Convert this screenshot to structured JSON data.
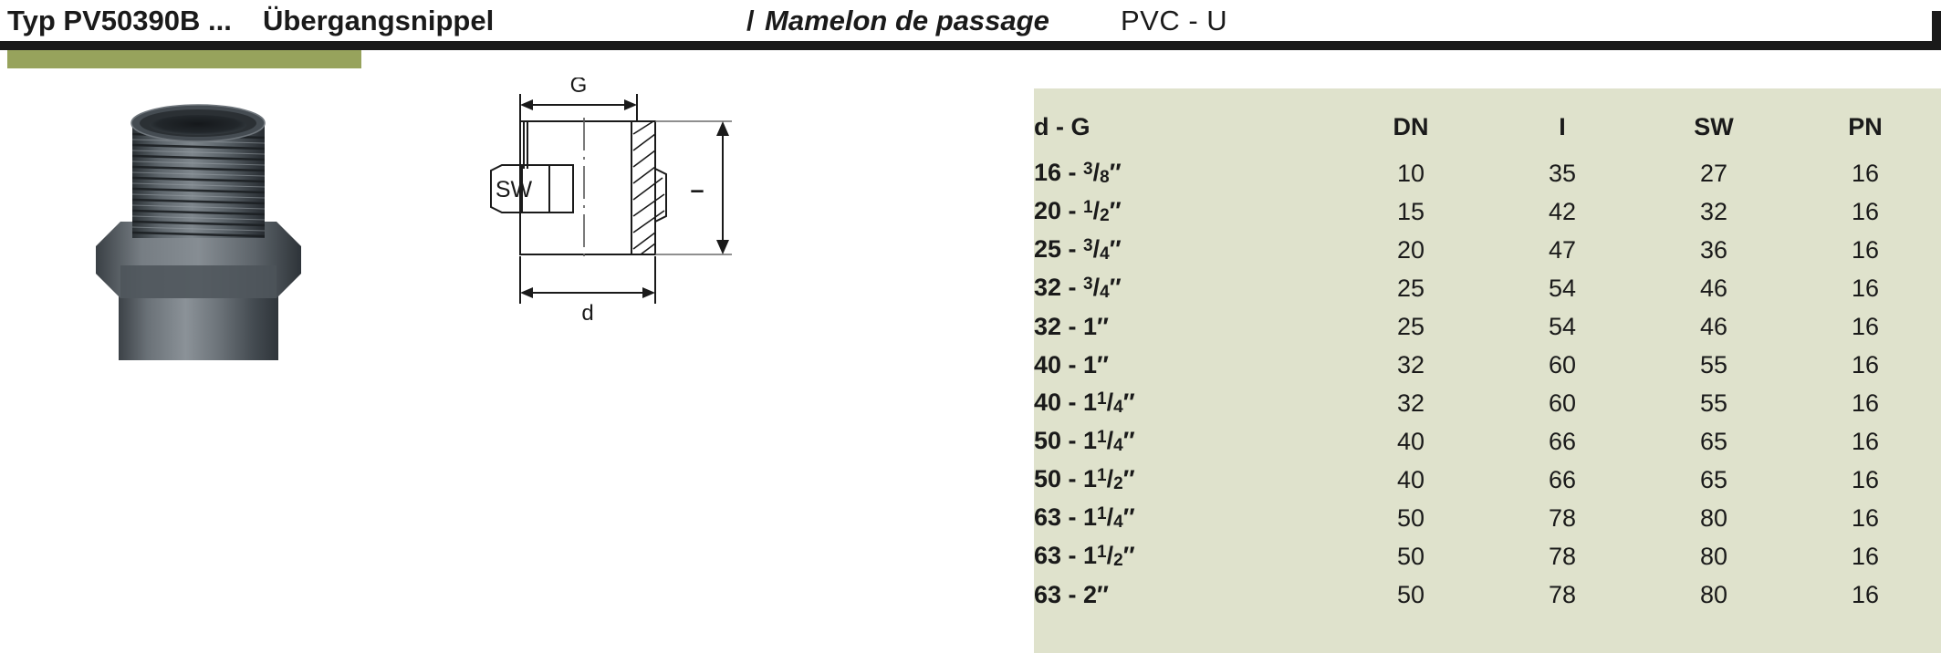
{
  "header": {
    "type_label": "Typ PV50390B ...",
    "name_de": "Übergangsnippel",
    "separator": "/",
    "name_fr": "Mamelon de passage",
    "material": "PVC - U"
  },
  "drawing": {
    "label_g": "G",
    "label_d": "d",
    "label_sw": "SW",
    "label_vertical": "–"
  },
  "photo": {
    "alt": "threaded PVC-U transition nipple with hexagonal collar"
  },
  "colors": {
    "accent_olive": "#97a35c",
    "panel_background": "#dfe2cc",
    "ink": "#1a1a1a"
  },
  "table": {
    "columns": [
      "d - G",
      "DN",
      "I",
      "SW",
      "PN"
    ],
    "rows": [
      {
        "d": "16",
        "g_whole": "",
        "g_num": "3",
        "g_den": "8",
        "dn": "10",
        "i": "35",
        "sw": "27",
        "pn": "16",
        "dg_text": "16 - 3/8\""
      },
      {
        "d": "20",
        "g_whole": "",
        "g_num": "1",
        "g_den": "2",
        "dn": "15",
        "i": "42",
        "sw": "32",
        "pn": "16",
        "dg_text": "20 - 1/2\""
      },
      {
        "d": "25",
        "g_whole": "",
        "g_num": "3",
        "g_den": "4",
        "dn": "20",
        "i": "47",
        "sw": "36",
        "pn": "16",
        "dg_text": "25 - 3/4\""
      },
      {
        "d": "32",
        "g_whole": "",
        "g_num": "3",
        "g_den": "4",
        "dn": "25",
        "i": "54",
        "sw": "46",
        "pn": "16",
        "dg_text": "32 - 3/4\""
      },
      {
        "d": "32",
        "g_whole": "1",
        "g_num": "",
        "g_den": "",
        "dn": "25",
        "i": "54",
        "sw": "46",
        "pn": "16",
        "dg_text": "32 - 1\""
      },
      {
        "d": "40",
        "g_whole": "1",
        "g_num": "",
        "g_den": "",
        "dn": "32",
        "i": "60",
        "sw": "55",
        "pn": "16",
        "dg_text": "40 - 1\""
      },
      {
        "d": "40",
        "g_whole": "1",
        "g_num": "1",
        "g_den": "4",
        "dn": "32",
        "i": "60",
        "sw": "55",
        "pn": "16",
        "dg_text": "40 - 1 1/4\""
      },
      {
        "d": "50",
        "g_whole": "1",
        "g_num": "1",
        "g_den": "4",
        "dn": "40",
        "i": "66",
        "sw": "65",
        "pn": "16",
        "dg_text": "50 - 1 1/4\""
      },
      {
        "d": "50",
        "g_whole": "1",
        "g_num": "1",
        "g_den": "2",
        "dn": "40",
        "i": "66",
        "sw": "65",
        "pn": "16",
        "dg_text": "50 - 1 1/2\""
      },
      {
        "d": "63",
        "g_whole": "1",
        "g_num": "1",
        "g_den": "4",
        "dn": "50",
        "i": "78",
        "sw": "80",
        "pn": "16",
        "dg_text": "63 - 1 1/4\""
      },
      {
        "d": "63",
        "g_whole": "1",
        "g_num": "1",
        "g_den": "2",
        "dn": "50",
        "i": "78",
        "sw": "80",
        "pn": "16",
        "dg_text": "63 - 1 1/2\""
      },
      {
        "d": "63",
        "g_whole": "2",
        "g_num": "",
        "g_den": "",
        "dn": "50",
        "i": "78",
        "sw": "80",
        "pn": "16",
        "dg_text": "63 - 2\""
      }
    ]
  }
}
